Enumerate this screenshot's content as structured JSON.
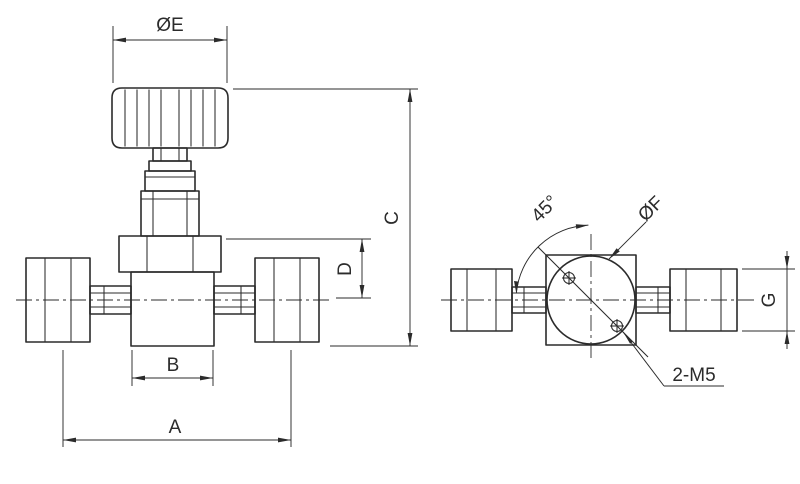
{
  "colors": {
    "line": "#2b2b2b",
    "background": "#ffffff"
  },
  "front_view": {
    "dims": {
      "dia_e": "ØE",
      "c": "C",
      "d": "D",
      "b": "B",
      "a": "A"
    }
  },
  "side_view": {
    "dims": {
      "angle": "45°",
      "dia_f": "ØF",
      "g": "G",
      "bolt_spec": "2-M5"
    }
  }
}
